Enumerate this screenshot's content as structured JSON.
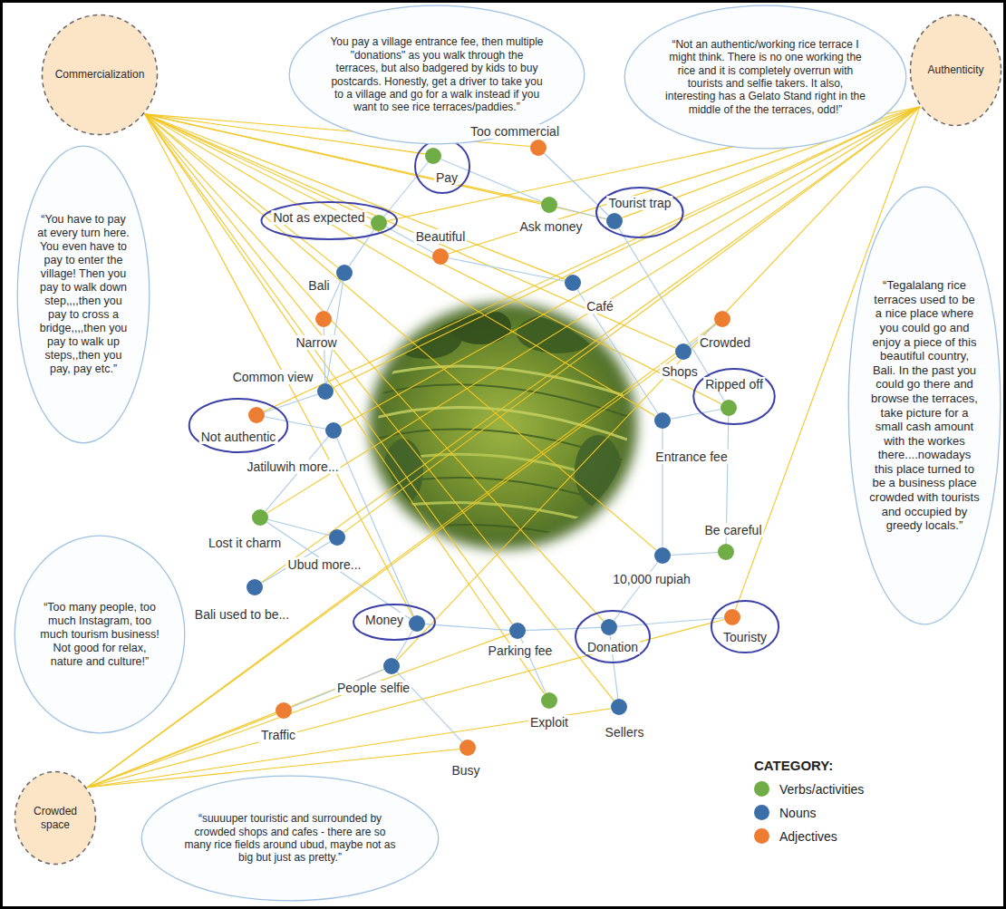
{
  "diagram": {
    "nodes": [
      {
        "text": [
          "Commercialization"
        ]
      },
      {
        "text": [
          "You pay a village entrance fee, then multiple \"donations\" as you walk through the terraces, but also badgered by kids to buy postcards. Honestly, get a driver to take you to a village and go for a walk instead if you want to see rice terraces/paddies.”"
        ]
      },
      {
        "text": [
          "“Not an authentic/working rice terrace I might think. There is no one working the rice and it is completely overrun with tourists and selfie takers. It also, interesting has a Gelato Stand right in the middle of the the terraces, odd!”"
        ]
      },
      {
        "text": [
          "Authenticity"
        ]
      },
      {
        "text": [
          "Too commercial"
        ]
      },
      {
        "text": [
          "Pay"
        ]
      },
      {
        "text": [
          "Ask money"
        ]
      },
      {
        "text": [
          "Tourist trap"
        ]
      },
      {
        "text": [
          "Not as expected"
        ]
      },
      {
        "text": [
          "Beautiful"
        ]
      },
      {
        "text": [
          "Bali"
        ]
      },
      {
        "text": [
          "Café"
        ]
      },
      {
        "text": [
          "“You have to pay at every turn here. You even have to pay to enter the village! Then you pay to walk down step,,,,then you pay to cross a bridge,,,,then you pay to walk up steps,,then you pay, pay etc.”"
        ]
      },
      {
        "text": [
          "“Tegalalang rice terraces used to be a nice place where you could go and enjoy a piece of this beautiful country, Bali. In the past you could go there and browse the terraces, take picture for a small cash amount with the workes there....nowadays this place turned to be a business place crowded with tourists and occupied by greedy locals.”"
        ]
      },
      {
        "text": [
          "Narrow"
        ]
      },
      {
        "text": [
          "Crowded"
        ]
      },
      {
        "text": [
          "Shops"
        ]
      },
      {
        "text": [
          "Common view"
        ]
      },
      {
        "text": [
          "Ripped off"
        ]
      },
      {
        "text": [
          "Not authentic"
        ]
      },
      {
        "text": [
          "Jatiluwih more..."
        ]
      },
      {
        "text": [
          "Entrance fee"
        ]
      },
      {
        "text": [
          "Lost it charm"
        ]
      },
      {
        "text": [
          "Be careful"
        ]
      },
      {
        "text": [
          "Ubud more..."
        ]
      },
      {
        "text": [
          "10,000 rupiah"
        ]
      },
      {
        "text": [
          "“Too many people, too much Instagram, too much tourism business! Not good for relax, nature and culture!”"
        ]
      },
      {
        "text": [
          "Bali used to be..."
        ]
      },
      {
        "text": [
          "Money"
        ]
      },
      {
        "text": [
          "Parking fee"
        ]
      },
      {
        "text": [
          "Donation"
        ]
      },
      {
        "text": [
          "Touristy"
        ]
      },
      {
        "text": [
          "People selfie"
        ]
      },
      {
        "text": [
          "Traffic"
        ]
      },
      {
        "text": [
          "Exploit"
        ]
      },
      {
        "text": [
          "Sellers"
        ]
      },
      {
        "text": [
          "Busy"
        ]
      },
      {
        "text": [
          "Crowded space"
        ]
      },
      {
        "text": [
          "“suuuuper touristic and surrounded by crowded shops and cafes - there are so many rice fields around ubud, maybe not as big but just as pretty.”"
        ]
      }
    ],
    "edges": [
      {
        "from": 0,
        "to": 4,
        "arrow": "none"
      },
      {
        "from": 0,
        "to": 5,
        "arrow": "none"
      },
      {
        "from": 0,
        "to": 6,
        "arrow": "none"
      },
      {
        "from": 0,
        "to": 7,
        "arrow": "none"
      },
      {
        "from": 0,
        "to": 8,
        "arrow": "none"
      },
      {
        "from": 0,
        "to": 10,
        "arrow": "none"
      },
      {
        "from": 0,
        "to": 11,
        "arrow": "none"
      },
      {
        "from": 0,
        "to": 16,
        "arrow": "none"
      },
      {
        "from": 0,
        "to": 18,
        "arrow": "none"
      },
      {
        "from": 0,
        "to": 21,
        "arrow": "none"
      },
      {
        "from": 0,
        "to": 25,
        "arrow": "none"
      },
      {
        "from": 0,
        "to": 28,
        "arrow": "none"
      },
      {
        "from": 0,
        "to": 29,
        "arrow": "none"
      },
      {
        "from": 0,
        "to": 30,
        "arrow": "none"
      },
      {
        "from": 0,
        "to": 34,
        "arrow": "none"
      },
      {
        "from": 0,
        "to": 35,
        "arrow": "none"
      },
      {
        "from": 3,
        "to": 19,
        "arrow": "none"
      },
      {
        "from": 3,
        "to": 17,
        "arrow": "none"
      },
      {
        "from": 3,
        "to": 22,
        "arrow": "none"
      },
      {
        "from": 3,
        "to": 27,
        "arrow": "none"
      },
      {
        "from": 3,
        "to": 20,
        "arrow": "none"
      },
      {
        "from": 3,
        "to": 24,
        "arrow": "none"
      },
      {
        "from": 3,
        "to": 8,
        "arrow": "none"
      },
      {
        "from": 3,
        "to": 9,
        "arrow": "none"
      },
      {
        "from": 3,
        "to": 31,
        "arrow": "none"
      },
      {
        "from": 3,
        "to": 32,
        "arrow": "none"
      },
      {
        "from": 3,
        "to": 7,
        "arrow": "none"
      },
      {
        "from": 37,
        "to": 15,
        "arrow": "none"
      },
      {
        "from": 37,
        "to": 36,
        "arrow": "none"
      },
      {
        "from": 37,
        "to": 33,
        "arrow": "none"
      },
      {
        "from": 37,
        "to": 32,
        "arrow": "none"
      },
      {
        "from": 37,
        "to": 31,
        "arrow": "none"
      },
      {
        "from": 37,
        "to": 16,
        "arrow": "none"
      },
      {
        "from": 37,
        "to": 29,
        "arrow": "none"
      },
      {
        "from": 37,
        "to": 35,
        "arrow": "none"
      },
      {
        "from": 5,
        "to": 8,
        "arrow": "none"
      },
      {
        "from": 5,
        "to": 6,
        "arrow": "none"
      },
      {
        "from": 6,
        "to": 7,
        "arrow": "none"
      },
      {
        "from": 4,
        "to": 7,
        "arrow": "none"
      },
      {
        "from": 8,
        "to": 10,
        "arrow": "none"
      },
      {
        "from": 8,
        "to": 9,
        "arrow": "none"
      },
      {
        "from": 10,
        "to": 17,
        "arrow": "none"
      },
      {
        "from": 9,
        "to": 11,
        "arrow": "none"
      },
      {
        "from": 11,
        "to": 21,
        "arrow": "none"
      },
      {
        "from": 7,
        "to": 18,
        "arrow": "none"
      },
      {
        "from": 14,
        "to": 17,
        "arrow": "none"
      },
      {
        "from": 17,
        "to": 19,
        "arrow": "none"
      },
      {
        "from": 19,
        "to": 20,
        "arrow": "none"
      },
      {
        "from": 20,
        "to": 22,
        "arrow": "none"
      },
      {
        "from": 22,
        "to": 24,
        "arrow": "none"
      },
      {
        "from": 24,
        "to": 27,
        "arrow": "none"
      },
      {
        "from": 20,
        "to": 28,
        "arrow": "none"
      },
      {
        "from": 28,
        "to": 29,
        "arrow": "none"
      },
      {
        "from": 29,
        "to": 30,
        "arrow": "none"
      },
      {
        "from": 30,
        "to": 31,
        "arrow": "none"
      },
      {
        "from": 21,
        "to": 25,
        "arrow": "none"
      },
      {
        "from": 25,
        "to": 30,
        "arrow": "none"
      },
      {
        "from": 16,
        "to": 15,
        "arrow": "none"
      },
      {
        "from": 18,
        "to": 21,
        "arrow": "none"
      },
      {
        "from": 32,
        "to": 28,
        "arrow": "none"
      },
      {
        "from": 34,
        "to": 29,
        "arrow": "none"
      },
      {
        "from": 35,
        "to": 30,
        "arrow": "none"
      },
      {
        "from": 36,
        "to": 32,
        "arrow": "none"
      },
      {
        "from": 33,
        "to": 32,
        "arrow": "none"
      },
      {
        "from": 23,
        "to": 25,
        "arrow": "none"
      },
      {
        "from": 23,
        "to": 18,
        "arrow": "none"
      },
      {
        "from": 22,
        "to": 28,
        "arrow": "none"
      },
      {
        "from": 14,
        "to": 10,
        "arrow": "none"
      }
    ],
    "labels": [
      "CATEGORY:"
    ],
    "legend": [
      {
        "text": "Verbs/activities",
        "color": "#70ad47"
      },
      {
        "text": "Nouns",
        "color": "#3c6ea8"
      },
      {
        "text": "Adjectives",
        "color": "#ed7d31"
      }
    ]
  }
}
